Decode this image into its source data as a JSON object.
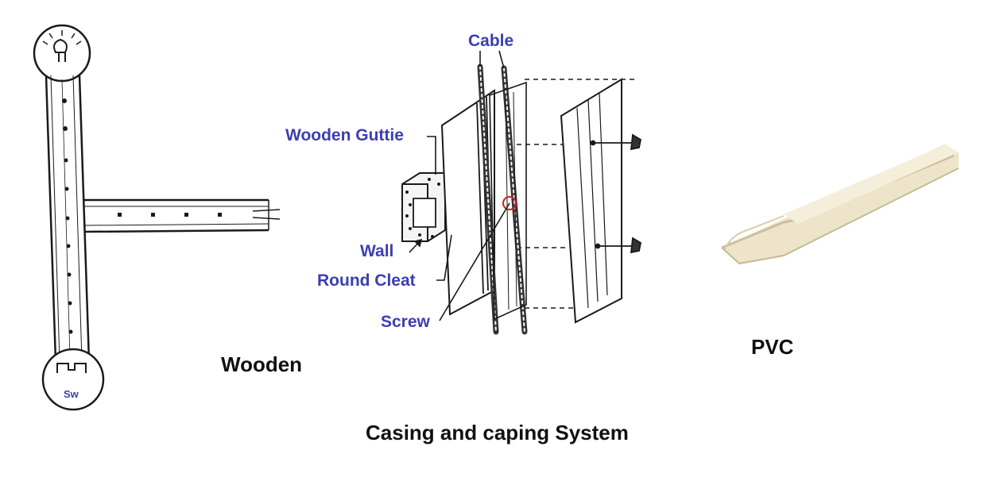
{
  "labels": {
    "cable": "Cable",
    "wooden_guttie": "Wooden Guttie",
    "wall": "Wall",
    "round_cleat": "Round Cleat",
    "screw": "Screw",
    "switch_mark": "Sw",
    "wooden": "Wooden",
    "pvc": "PVC",
    "caption": "Casing and caping System"
  },
  "colors": {
    "label_blue": "#3b3fb0",
    "ink": "#1a1a1a",
    "pvc_body": "#ece3c8",
    "pvc_shadow": "#cfc3a0",
    "highlight_circle": "#d42020"
  }
}
